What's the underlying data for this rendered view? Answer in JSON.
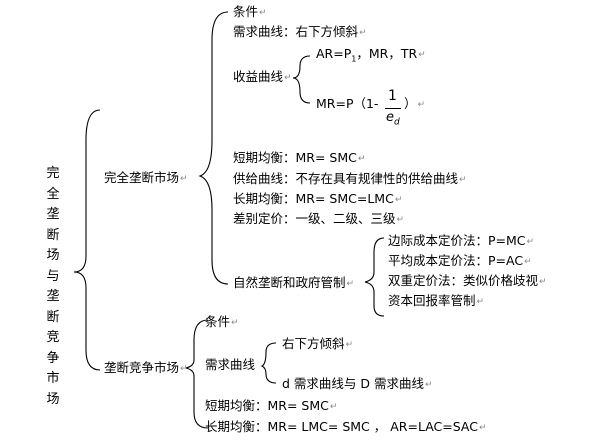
{
  "title_chars": [
    "完",
    "全",
    "垄",
    "断",
    "场",
    "与",
    "垄",
    "断",
    "竞",
    "争",
    "市",
    "场"
  ],
  "perfect_monopoly": {
    "label": "完全垄断市场",
    "condition": "条件",
    "demand": "需求曲线：右下方倾斜",
    "revenue": {
      "label": "收益曲线",
      "ar": "AR=P",
      "ar_sub": "1",
      "ar_tail": "，MR，TR",
      "mr_prefix": "MR=P（1-",
      "frac_num": "1",
      "frac_den": "e",
      "frac_den_sub": "d",
      "mr_suffix": "）"
    },
    "short_run": "短期均衡：MR= SMC",
    "supply": "供给曲线：不存在具有规律性的供给曲线",
    "long_run": "长期均衡：MR= SMC=LMC",
    "discrimination": "差别定价：一级、二级、三级",
    "natural_monopoly": {
      "label": "自然垄断和政府管制",
      "items": [
        "边际成本定价法：P=MC",
        "平均成本定价法：P=AC",
        "双重定价法：类似价格歧视",
        "资本回报率管制"
      ]
    }
  },
  "monopolistic_competition": {
    "label": "垄断竞争市场",
    "condition": "条件",
    "demand": {
      "label": "需求曲线",
      "slope": "右下方倾斜",
      "curves": "d 需求曲线与 D 需求曲线"
    },
    "short_run": "短期均衡：MR= SMC",
    "long_run": "长期均衡：MR= LMC= SMC ， AR=LAC=SAC"
  },
  "paragraph_mark": "↵"
}
